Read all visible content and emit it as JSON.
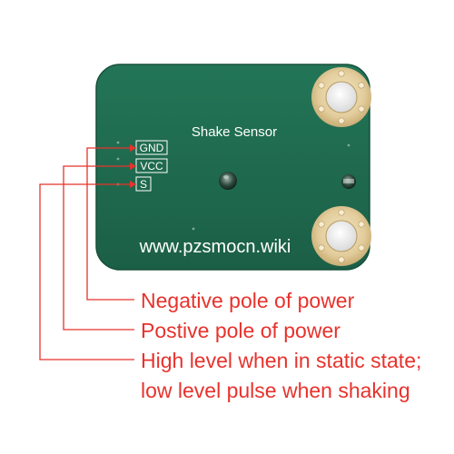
{
  "board": {
    "title": "Shake Sensor",
    "website": "www.pzsmocn.wiki",
    "pcb_color": "#1f6b51",
    "pad_color": "#e6d2a6"
  },
  "pins": [
    {
      "label": "GND",
      "description": "Negative pole of power"
    },
    {
      "label": "VCC",
      "description": "Postive pole of power"
    },
    {
      "label": "S",
      "description": "High level when in static state;",
      "description_line2": "low level pulse when shaking"
    }
  ],
  "colors": {
    "annotation": "#e8322c"
  }
}
